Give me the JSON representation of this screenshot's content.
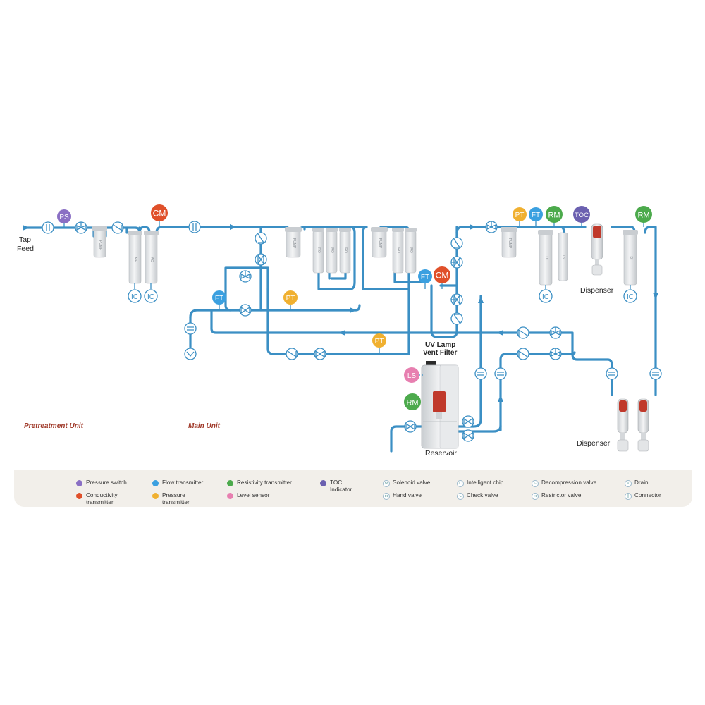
{
  "labels": {
    "tap_feed": "Tap Feed",
    "pretreatment_unit": "Pretreatment Unit",
    "main_unit": "Main Unit",
    "uv_lamp_vent_filter": "UV Lamp Vent Filter",
    "reservoir": "Reservoir",
    "dispenser_top": "Dispenser",
    "dispenser_bottom": "Dispenser"
  },
  "sensors": {
    "ps": "PS",
    "cm": "CM",
    "ft": "FT",
    "pt": "PT",
    "rm": "RM",
    "toc": "TOC",
    "ls": "LS"
  },
  "cartridges": {
    "pump": "PUMP",
    "mf": "MF",
    "ac": "AC",
    "ro": "RO",
    "di": "DI",
    "uv": "UV"
  },
  "ic_label": "IC",
  "colors": {
    "pipe": "#3b8fc4",
    "pressure_switch": "#8a6fc4",
    "conductivity": "#e0502a",
    "flow": "#3ba0e0",
    "pressure_transmitter": "#f0b030",
    "resistivity": "#4caa4c",
    "level_sensor": "#e77fb0",
    "toc": "#6b60b0",
    "unit_label": "#a03a2a"
  },
  "legend": [
    {
      "label": "Pressure switch",
      "icon": "pressure-switch-icon",
      "color": "#8a6fc4"
    },
    {
      "label": "Conductivity transmitter",
      "icon": "conductivity-icon",
      "color": "#e0502a"
    },
    {
      "label": "Flow transmitter",
      "icon": "flow-icon",
      "color": "#3ba0e0"
    },
    {
      "label": "Pressure transmitter",
      "icon": "pressure-transmitter-icon",
      "color": "#f0b030"
    },
    {
      "label": "Resistivity transmitter",
      "icon": "resistivity-icon",
      "color": "#4caa4c"
    },
    {
      "label": "Level sensor",
      "icon": "level-sensor-icon",
      "color": "#e77fb0"
    },
    {
      "label": "TOC Indicator",
      "icon": "toc-icon",
      "color": "#6b60b0"
    },
    {
      "label": "Solenoid valve",
      "icon": "solenoid-valve-icon"
    },
    {
      "label": "Hand valve",
      "icon": "hand-valve-icon"
    },
    {
      "label": "Intelligent chip",
      "icon": "intelligent-chip-icon"
    },
    {
      "label": "Check valve",
      "icon": "check-valve-icon"
    },
    {
      "label": "Decompression valve",
      "icon": "decompression-valve-icon"
    },
    {
      "label": "Restrictor valve",
      "icon": "restrictor-valve-icon"
    },
    {
      "label": "Drain",
      "icon": "drain-icon"
    },
    {
      "label": "Connector",
      "icon": "connector-icon"
    }
  ]
}
